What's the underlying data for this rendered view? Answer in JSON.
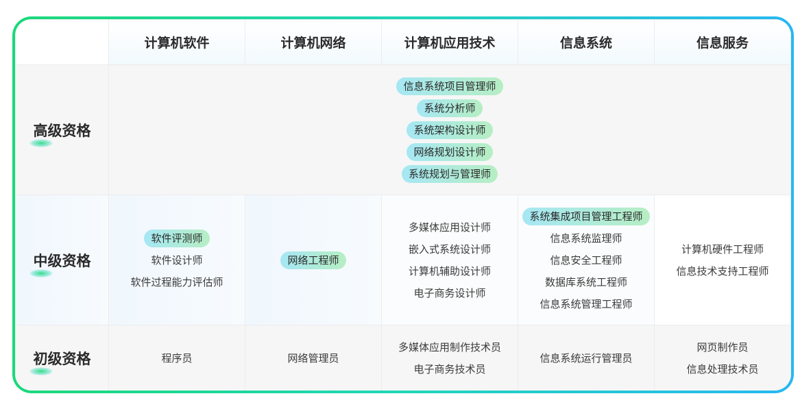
{
  "columns": [
    "计算机软件",
    "计算机网络",
    "计算机应用技术",
    "信息系统",
    "信息服务"
  ],
  "levels": {
    "senior": "高级资格",
    "mid": "中级资格",
    "junior": "初级资格"
  },
  "senior": {
    "items": [
      "信息系统项目管理师",
      "系统分析师",
      "系统架构设计师",
      "网络规划设计师",
      "系统规划与管理师"
    ]
  },
  "mid": {
    "software": [
      "软件评测师",
      "软件设计师",
      "软件过程能力评估师"
    ],
    "network": [
      "网络工程师"
    ],
    "application": [
      "多媒体应用设计师",
      "嵌入式系统设计师",
      "计算机辅助设计师",
      "电子商务设计师"
    ],
    "information_system": [
      "系统集成项目管理工程师",
      "信息系统监理师",
      "信息安全工程师",
      "数据库系统工程师",
      "信息系统管理工程师"
    ],
    "information_service": [
      "计算机硬件工程师",
      "信息技术支持工程师"
    ]
  },
  "junior": {
    "software": [
      "程序员"
    ],
    "network": [
      "网络管理员"
    ],
    "application": [
      "多媒体应用制作技术员",
      "电子商务技术员"
    ],
    "information_system": [
      "信息系统运行管理员"
    ],
    "information_service": [
      "网页制作员",
      "信息处理技术员"
    ]
  },
  "colors": {
    "frame_start": "#19d979",
    "frame_end": "#27b7f2",
    "pill_start": "#a6e7f4",
    "pill_end": "#b6eec3"
  }
}
